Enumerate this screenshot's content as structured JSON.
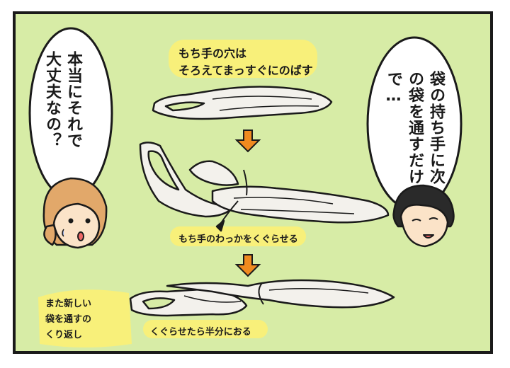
{
  "left_bubble": {
    "text": "本当にそれで大丈夫なの？"
  },
  "right_bubble": {
    "text": "袋の持ち手に次の袋を通すだけで…"
  },
  "captions": {
    "top_line1": "もち手の穴は",
    "top_line2": "そろえてまっすぐにのばす",
    "middle": "もち手のわっかをくぐらせる",
    "bottom": "くぐらせたら半分におる"
  },
  "side_note": {
    "line1": "また新しい",
    "line2": "袋を通すの",
    "line3": "くり返し"
  },
  "colors": {
    "background": "#d7eca6",
    "highlight": "#f8f07a",
    "arrow": "#f08a1f",
    "bag": "#f3f1ec",
    "outline": "#1a1a1a"
  }
}
